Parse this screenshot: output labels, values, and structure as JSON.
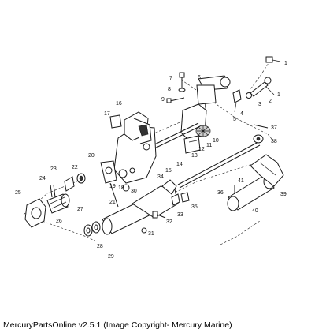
{
  "caption": "MercuryPartsOnline v2.5.1 (Image Copyright- Mercury Marine)",
  "part_numbers": [
    "1",
    "2",
    "3",
    "4",
    "5",
    "6",
    "7",
    "8",
    "9",
    "10",
    "11",
    "12",
    "13",
    "14",
    "15",
    "16",
    "17",
    "18",
    "19",
    "20",
    "21",
    "22",
    "23",
    "24",
    "25",
    "26",
    "27",
    "28",
    "29",
    "30",
    "31",
    "32",
    "33",
    "34",
    "35",
    "36",
    "37",
    "38",
    "39",
    "40",
    "41"
  ]
}
